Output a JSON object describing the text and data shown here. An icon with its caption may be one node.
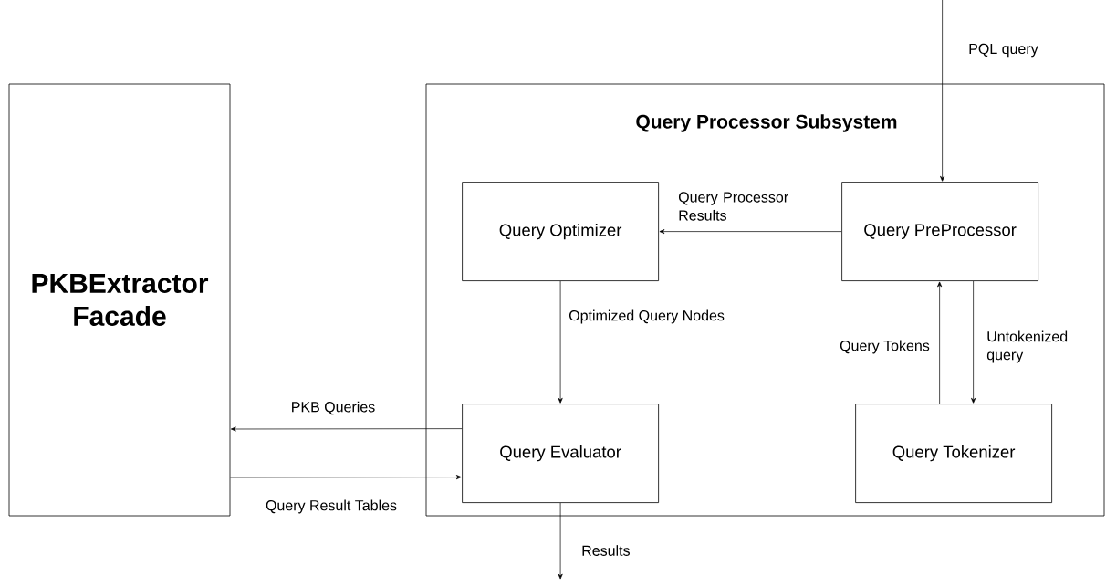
{
  "diagram": {
    "nodes": [
      {
        "text": [
          "PKBExtractor Facade"
        ]
      },
      {
        "text": [
          "Query Processor Subsystem"
        ]
      },
      {
        "text": [
          "Query Optimizer"
        ],
        "in": 1
      },
      {
        "text": [
          "Query PreProcessor"
        ],
        "in": 1
      },
      {
        "text": [
          "Query Evaluator"
        ],
        "in": 1
      },
      {
        "text": [
          "Query Tokenizer"
        ],
        "in": 1
      }
    ],
    "edges": [
      {
        "from": null,
        "to": 3,
        "arrow": "to",
        "label": "PQL query"
      },
      {
        "from": 3,
        "to": 2,
        "arrow": "to",
        "label": "Query Processor Results"
      },
      {
        "from": 2,
        "to": 4,
        "arrow": "to",
        "label": "Optimized Query Nodes"
      },
      {
        "from": 3,
        "to": 5,
        "arrow": "to",
        "label": "Untokenized query"
      },
      {
        "from": 5,
        "to": 3,
        "arrow": "to",
        "label": "Query Tokens"
      },
      {
        "from": 4,
        "to": 0,
        "arrow": "to",
        "label": "PKB Queries"
      },
      {
        "from": 0,
        "to": 4,
        "arrow": "to",
        "label": "Query Result Tables"
      },
      {
        "from": 4,
        "to": null,
        "arrow": "to",
        "label": "Results"
      }
    ]
  }
}
